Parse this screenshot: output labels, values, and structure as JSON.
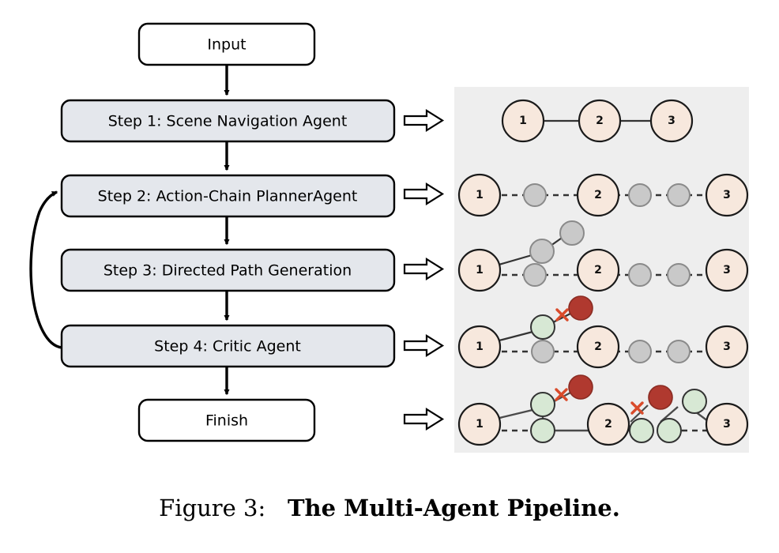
{
  "figure": {
    "caption_label": "Figure 3:",
    "caption_title": "The Multi-Agent Pipeline.",
    "colors": {
      "box_fill": "#e4e7ec",
      "box_stroke": "#000000",
      "terminal_fill": "#ffffff",
      "panel_fill": "#eeeeee",
      "main_node_fill": "#f7e8dd",
      "main_node_stroke": "#1a1a1a",
      "gray_node_fill": "#c9c9c9",
      "gray_node_stroke": "#8a8a8a",
      "green_node_fill": "#d7e8d4",
      "green_node_stroke": "#333333",
      "red_node_fill": "#b0392f",
      "red_node_stroke": "#8a2b22",
      "reject_mark": "#d94b2b",
      "edge_solid": "#333333",
      "edge_dashed": "#333333",
      "arrow_black": "#000000"
    }
  },
  "flowchart": {
    "nodes": [
      {
        "id": "input",
        "label": "Input",
        "shape": "terminal"
      },
      {
        "id": "step1",
        "label": "Step 1:  Scene Navigation Agent",
        "shape": "process"
      },
      {
        "id": "step2",
        "label": "Step 2:  Action-Chain PlannerAgent",
        "shape": "process"
      },
      {
        "id": "step3",
        "label": "Step 3:  Directed Path Generation",
        "shape": "process"
      },
      {
        "id": "step4",
        "label": "Step 4:  Critic Agent",
        "shape": "process"
      },
      {
        "id": "finish",
        "label": "Finish",
        "shape": "terminal"
      }
    ],
    "feedback_edge": {
      "from": "step4",
      "to": "step2"
    }
  },
  "panel": {
    "rows": [
      {
        "id": "row-1",
        "stage": "step1",
        "arrow": "double-arrow-right",
        "main_nodes": [
          "1",
          "2",
          "3"
        ],
        "description": "Three scene nodes connected by solid edges"
      },
      {
        "id": "row-2",
        "stage": "step2",
        "arrow": "double-arrow-right",
        "main_nodes": [
          "1",
          "2",
          "3"
        ],
        "gray_nodes": 3,
        "description": "Candidate action nodes inserted along dashed chain"
      },
      {
        "id": "row-3",
        "stage": "step3",
        "arrow": "double-arrow-right",
        "main_nodes": [
          "1",
          "2",
          "3"
        ],
        "gray_nodes": 5,
        "description": "Directed branch generated upward from node 1"
      },
      {
        "id": "row-4",
        "stage": "step4",
        "arrow": "double-arrow-right",
        "main_nodes": [
          "1",
          "2",
          "3"
        ],
        "green_nodes": 1,
        "red_nodes": 1,
        "gray_nodes": 3,
        "rejections": 1,
        "description": "Critic accepts one node (green) and rejects one (red X)"
      },
      {
        "id": "row-5",
        "stage": "finish",
        "arrow": "double-arrow-right",
        "main_nodes": [
          "1",
          "2",
          "3"
        ],
        "green_nodes": 5,
        "red_nodes": 2,
        "rejections": 2,
        "description": "Final validated path with accepted green nodes and two rejected red nodes"
      }
    ]
  }
}
